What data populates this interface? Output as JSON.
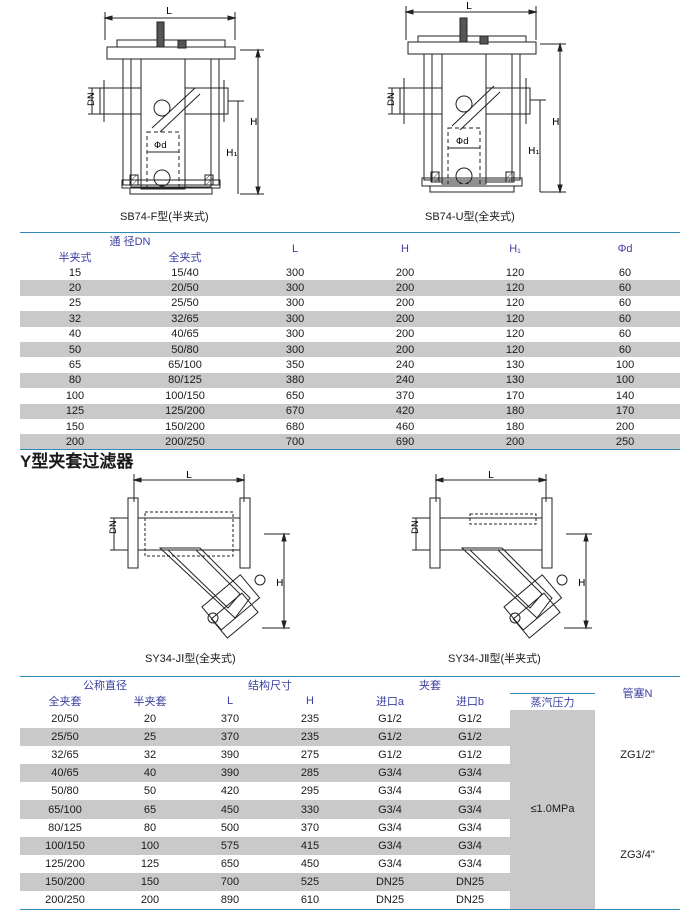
{
  "figures_top": {
    "left": {
      "caption": "SB74-F型(半夹式)",
      "labels": {
        "L": "L",
        "H": "H",
        "H1": "H₁",
        "DN": "DN",
        "phid": "Φd"
      }
    },
    "right": {
      "caption": "SB74-U型(全夹式)",
      "labels": {
        "L": "L",
        "H": "H",
        "H1": "H₁",
        "DN": "DN",
        "phid": "Φd"
      }
    }
  },
  "table1": {
    "group_header": "通  径DN",
    "sub_headers": [
      "半夹式",
      "全夹式"
    ],
    "col_headers": [
      "L",
      "H",
      "H₁",
      "Φd"
    ],
    "rows": [
      [
        "15",
        "15/40",
        "300",
        "200",
        "120",
        "60"
      ],
      [
        "20",
        "20/50",
        "300",
        "200",
        "120",
        "60"
      ],
      [
        "25",
        "25/50",
        "300",
        "200",
        "120",
        "60"
      ],
      [
        "32",
        "32/65",
        "300",
        "200",
        "120",
        "60"
      ],
      [
        "40",
        "40/65",
        "300",
        "200",
        "120",
        "60"
      ],
      [
        "50",
        "50/80",
        "300",
        "200",
        "120",
        "60"
      ],
      [
        "65",
        "65/100",
        "350",
        "240",
        "130",
        "100"
      ],
      [
        "80",
        "80/125",
        "380",
        "240",
        "130",
        "100"
      ],
      [
        "100",
        "100/150",
        "650",
        "370",
        "170",
        "140"
      ],
      [
        "125",
        "125/200",
        "670",
        "420",
        "180",
        "170"
      ],
      [
        "150",
        "150/200",
        "680",
        "460",
        "180",
        "200"
      ],
      [
        "200",
        "200/250",
        "700",
        "690",
        "200",
        "250"
      ]
    ]
  },
  "section_title": "Y型夹套过滤器",
  "figures_bottom": {
    "left": {
      "caption": "SY34-JⅠ型(全夹式)",
      "labels": {
        "L": "L",
        "H": "H",
        "DN": "DN"
      }
    },
    "right": {
      "caption": "SY34-JⅡ型(半夹式)",
      "labels": {
        "L": "L",
        "H": "H",
        "DN": "DN"
      }
    }
  },
  "table2": {
    "group_headers": {
      "nominal": "公称直径",
      "structure": "结构尺寸",
      "jacket": "夹套",
      "plug": "管塞N"
    },
    "sub_headers": [
      "全夹套",
      "半夹套",
      "L",
      "H",
      "进口a",
      "进口b",
      "蒸汽压力"
    ],
    "pressure": "≤1.0MPa",
    "plugs": [
      "ZG1/2\"",
      "ZG3/4\""
    ],
    "rows": [
      [
        "20/50",
        "20",
        "370",
        "235",
        "G1/2",
        "G1/2"
      ],
      [
        "25/50",
        "25",
        "370",
        "235",
        "G1/2",
        "G1/2"
      ],
      [
        "32/65",
        "32",
        "390",
        "275",
        "G1/2",
        "G1/2"
      ],
      [
        "40/65",
        "40",
        "390",
        "285",
        "G3/4",
        "G3/4"
      ],
      [
        "50/80",
        "50",
        "420",
        "295",
        "G3/4",
        "G3/4"
      ],
      [
        "65/100",
        "65",
        "450",
        "330",
        "G3/4",
        "G3/4"
      ],
      [
        "80/125",
        "80",
        "500",
        "370",
        "G3/4",
        "G3/4"
      ],
      [
        "100/150",
        "100",
        "575",
        "415",
        "G3/4",
        "G3/4"
      ],
      [
        "125/200",
        "125",
        "650",
        "450",
        "G3/4",
        "G3/4"
      ],
      [
        "150/200",
        "150",
        "700",
        "525",
        "DN25",
        "DN25"
      ],
      [
        "200/250",
        "200",
        "890",
        "610",
        "DN25",
        "DN25"
      ]
    ]
  }
}
